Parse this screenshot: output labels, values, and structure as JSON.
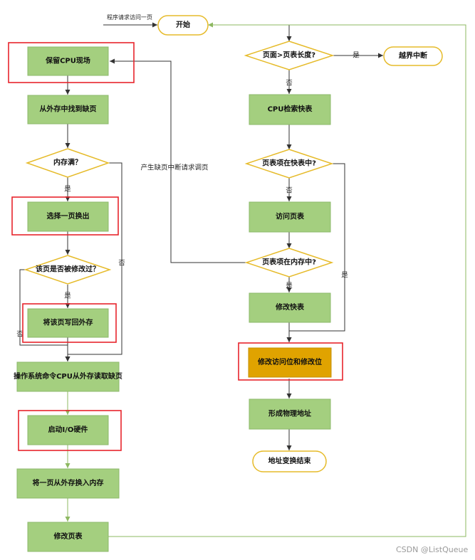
{
  "nodes": {
    "start": "开始",
    "entry_label": "程序请求访问一页",
    "save_state": "保留CPU现场",
    "find_page": "从外存中找到缺页",
    "mem_full": "内存满？",
    "select_page": "选择一页换出",
    "modified_q": "该页是否被修改过？",
    "write_back": "将该页写回外存",
    "os_read": "操作系统命令CPU从外存读取缺页",
    "start_io": "启动I/O硬件",
    "swap_in": "将一页从外存换入内存",
    "modify_pt": "修改页表",
    "pg_gt_len": "页面>页表长度?",
    "out_of_bounds": "越界中断",
    "cpu_tlb": "CPU检索快表",
    "in_tlb": "页表项在快表中?",
    "access_pt": "访问页表",
    "in_memory": "页表项在内存中?",
    "modify_tlb": "修改快表",
    "modify_bits": "修改访问位和修改位",
    "phys_addr": "形成物理地址",
    "end": "地址变换结束"
  },
  "edges": {
    "yes": "是",
    "no": "否",
    "page_fault": "产生缺页中断请求调页"
  },
  "watermark": "CSDN @ListQueue",
  "colors": {
    "process": "#a4cf7f",
    "highlight_process": "#e0a300",
    "decision_border": "#e6bb2a",
    "highlight_frame": "#e8242c"
  }
}
